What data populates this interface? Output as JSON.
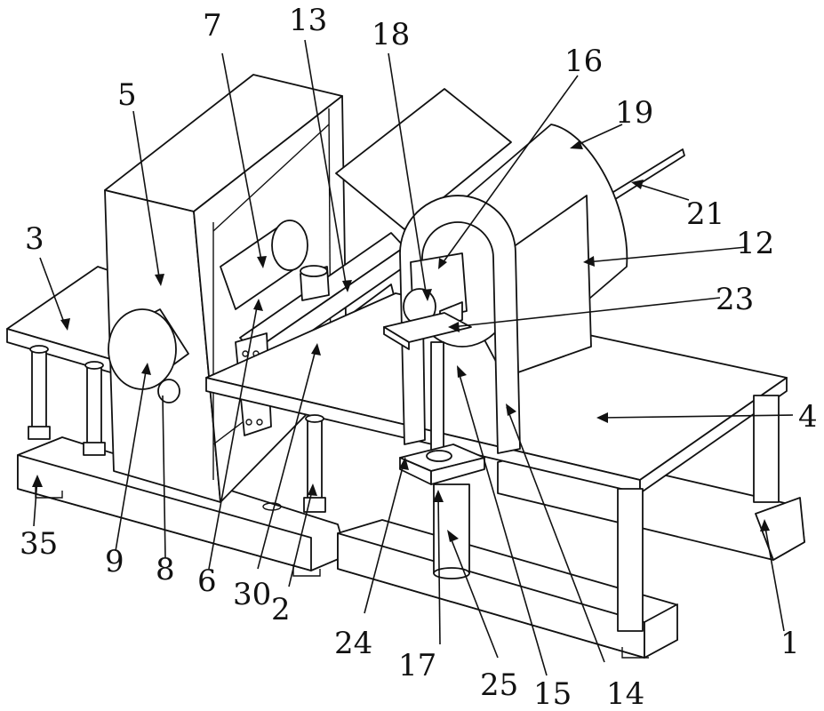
{
  "labels": {
    "l1": "1",
    "l2": "2",
    "l3": "3",
    "l4": "4",
    "l5": "5",
    "l6": "6",
    "l7": "7",
    "l8": "8",
    "l9": "9",
    "l12": "12",
    "l13": "13",
    "l14": "14",
    "l15": "15",
    "l16": "16",
    "l17": "17",
    "l18": "18",
    "l19": "19",
    "l21": "21",
    "l23": "23",
    "l24": "24",
    "l25": "25",
    "l30": "30",
    "l35": "35"
  },
  "colors": {
    "line": "#111111",
    "background": "#ffffff"
  }
}
